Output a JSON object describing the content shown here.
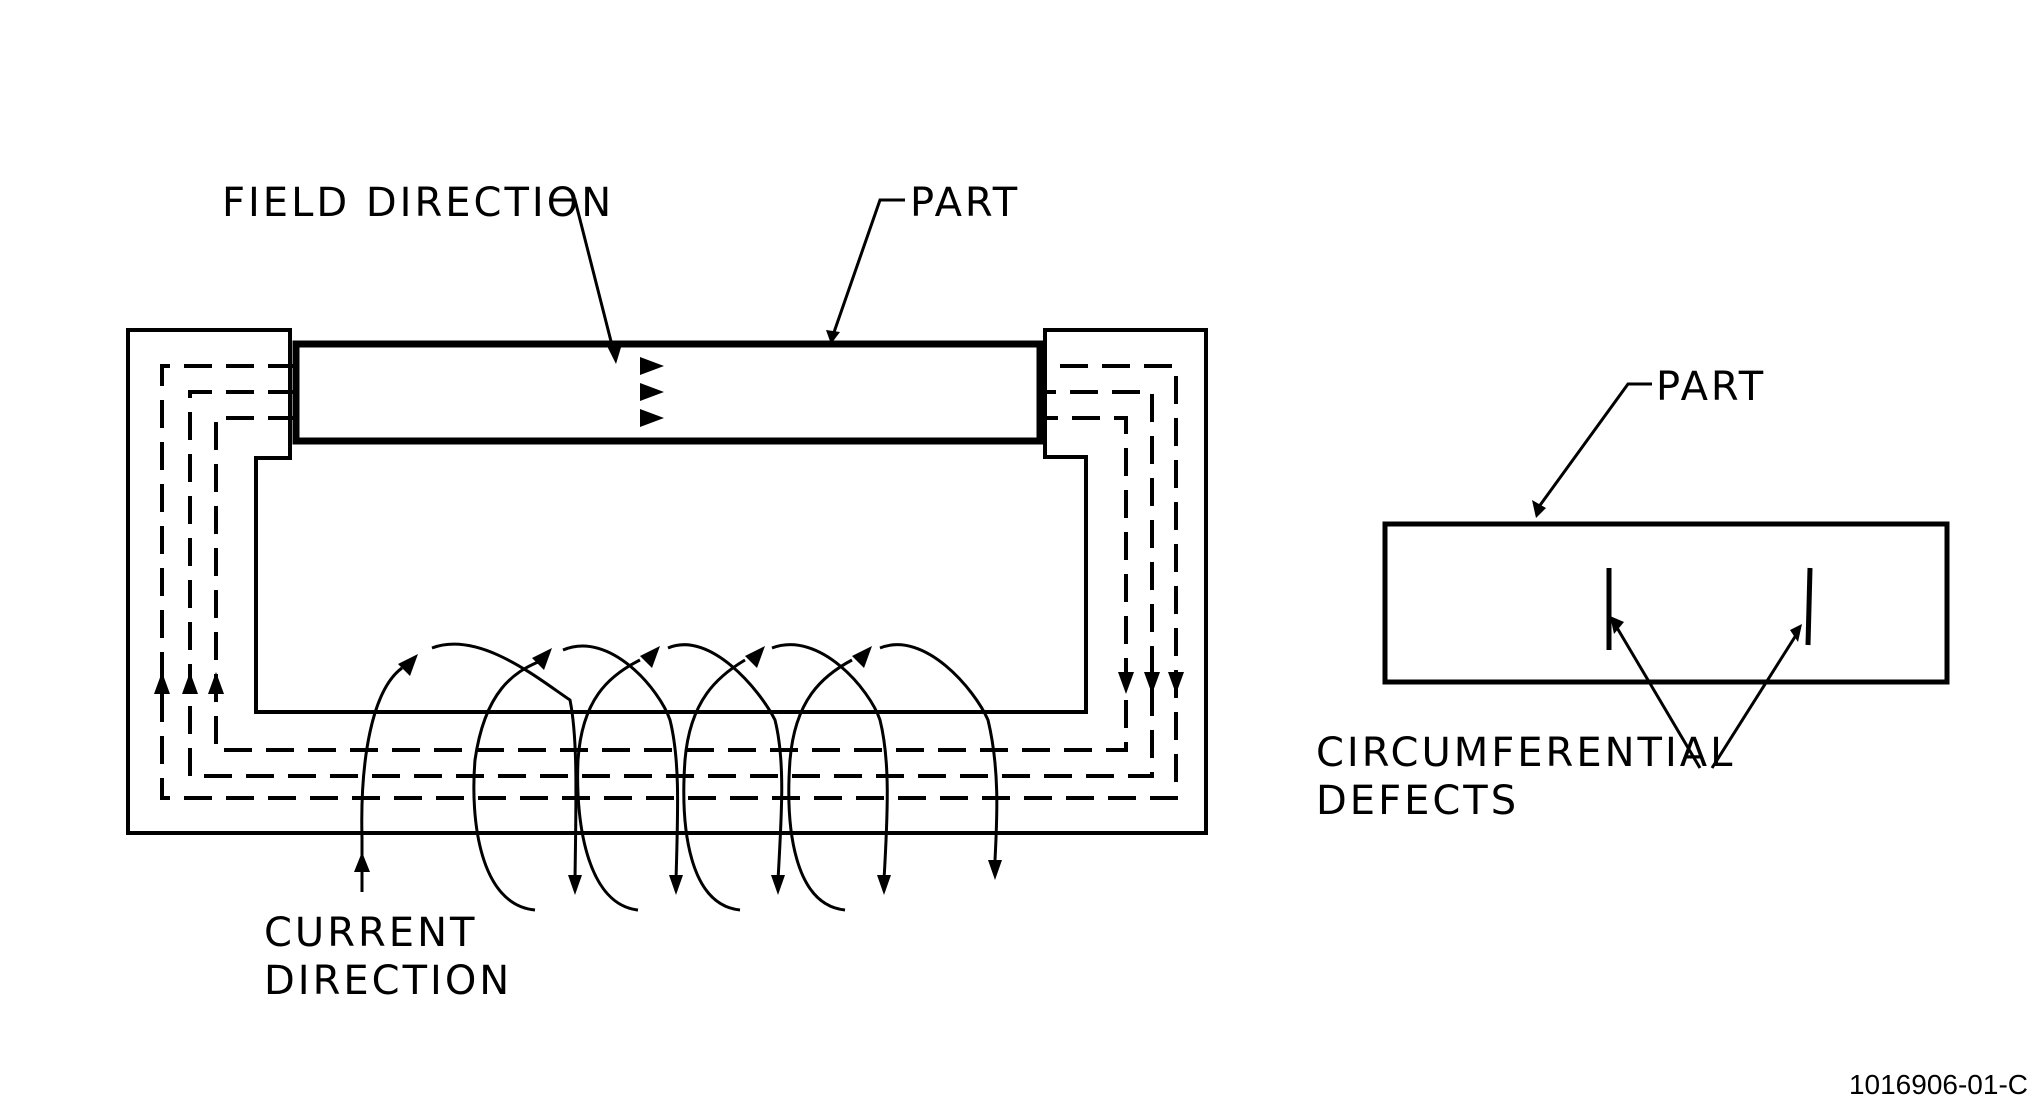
{
  "labels": {
    "field_direction": "FIELD DIRECTION",
    "part_left": "PART",
    "part_right": "PART",
    "current_direction": [
      "CURRENT",
      "DIRECTION"
    ],
    "circumferential_defects": [
      "CIRCUMFERENTIAL",
      "DEFECTS"
    ],
    "figure_id": "1016906-01-C"
  },
  "colors": {
    "ink": "#000000",
    "paper": "#ffffff"
  }
}
